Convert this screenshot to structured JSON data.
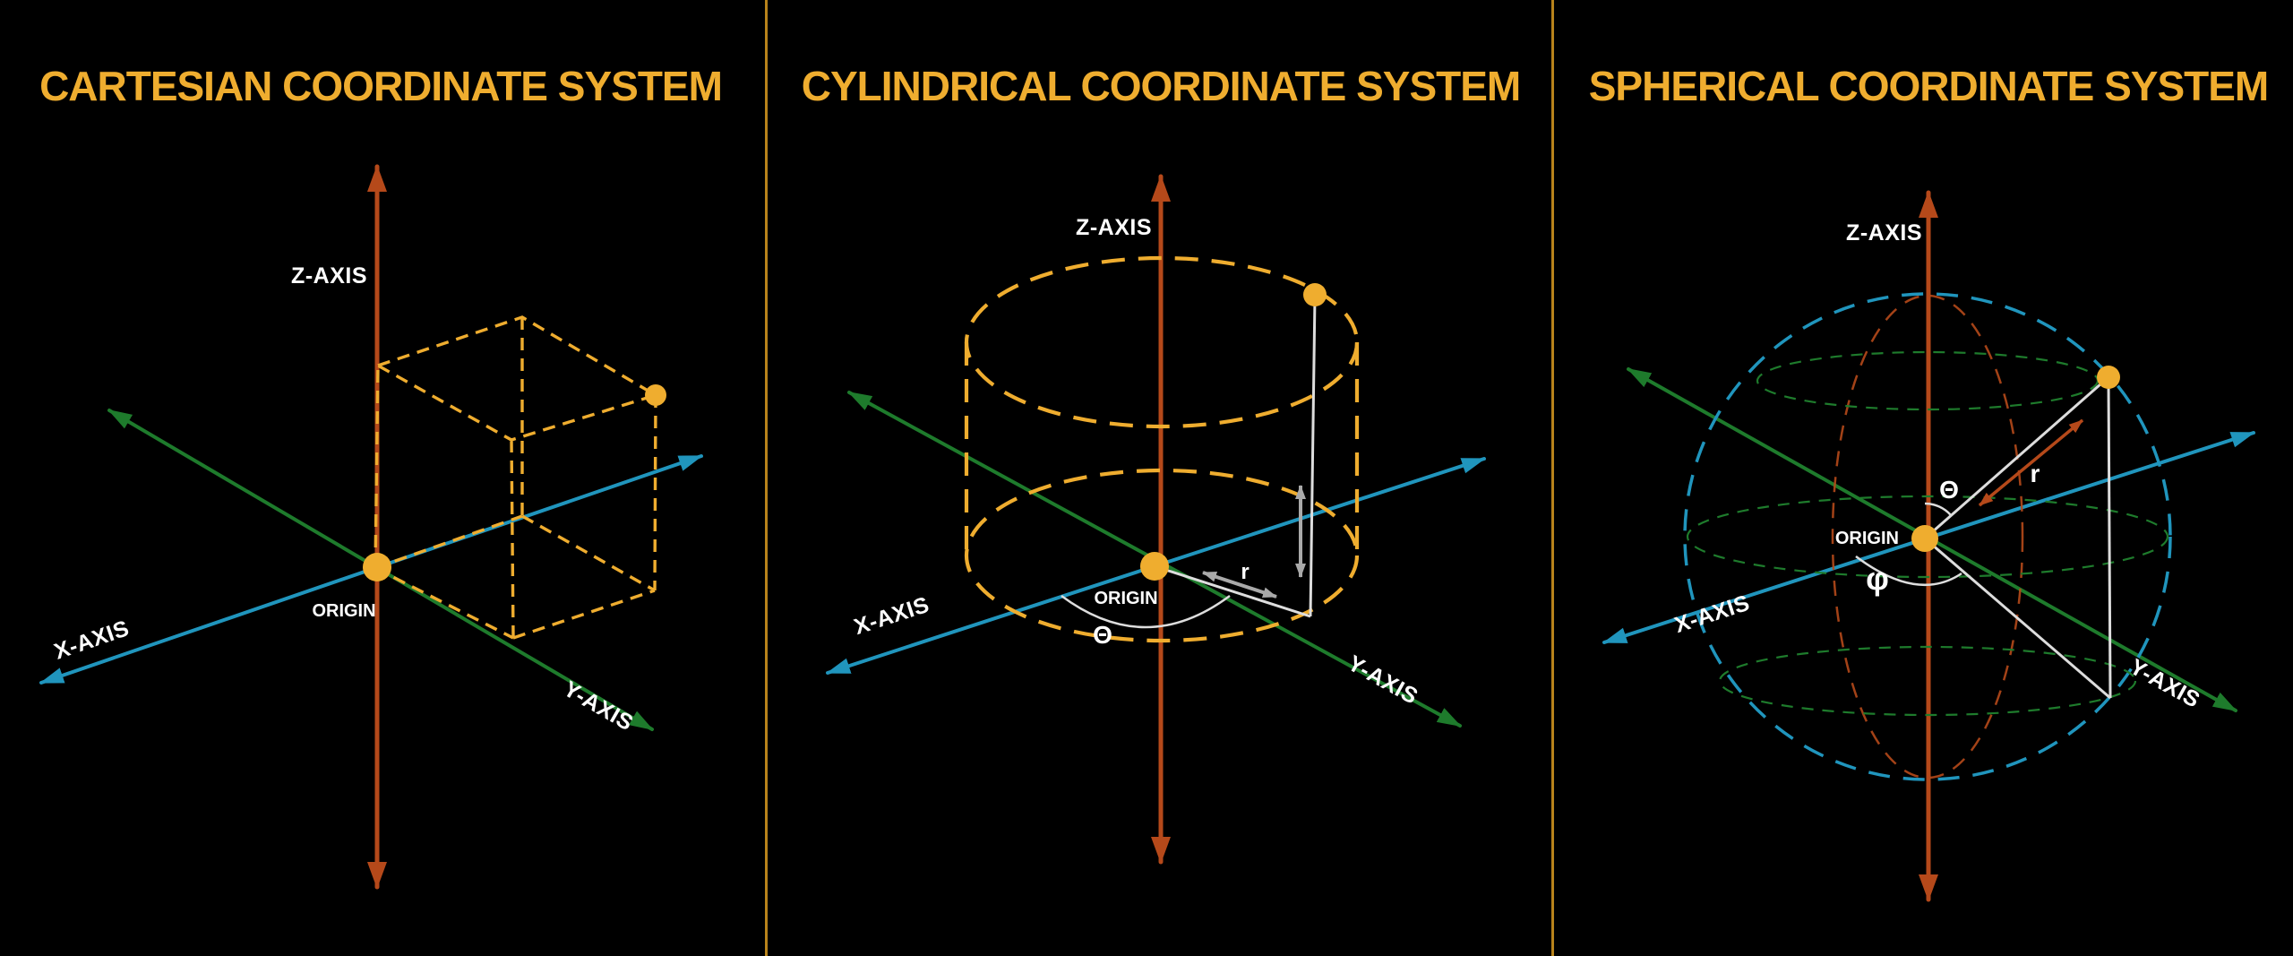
{
  "colors": {
    "background": "#000000",
    "gold": "#EFAD2F",
    "z": "#B5491A",
    "x": "#2095BD",
    "y": "#1E7B2C",
    "gray": "#A9A9A9",
    "white": "#FFFFFF",
    "white2": "#DDDDDD",
    "divider": "#B8831B"
  },
  "panels": [
    {
      "title": "CARTESIAN COORDINATE SYSTEM",
      "labels": {
        "z_axis": "Z-AXIS",
        "x_axis": "X-AXIS",
        "y_axis": "Y-AXIS",
        "origin": "ORIGIN"
      }
    },
    {
      "title": "CYLINDRICAL COORDINATE SYSTEM",
      "labels": {
        "z_axis": "Z-AXIS",
        "x_axis": "X-AXIS",
        "y_axis": "Y-AXIS",
        "origin": "ORIGIN",
        "radius": "r",
        "theta": "Θ"
      }
    },
    {
      "title": "SPHERICAL COORDINATE SYSTEM",
      "labels": {
        "z_axis": "Z-AXIS",
        "x_axis": "X-AXIS",
        "y_axis": "Y-AXIS",
        "origin": "ORIGIN",
        "radius": "r",
        "theta": "Θ",
        "phi": "φ"
      }
    }
  ]
}
